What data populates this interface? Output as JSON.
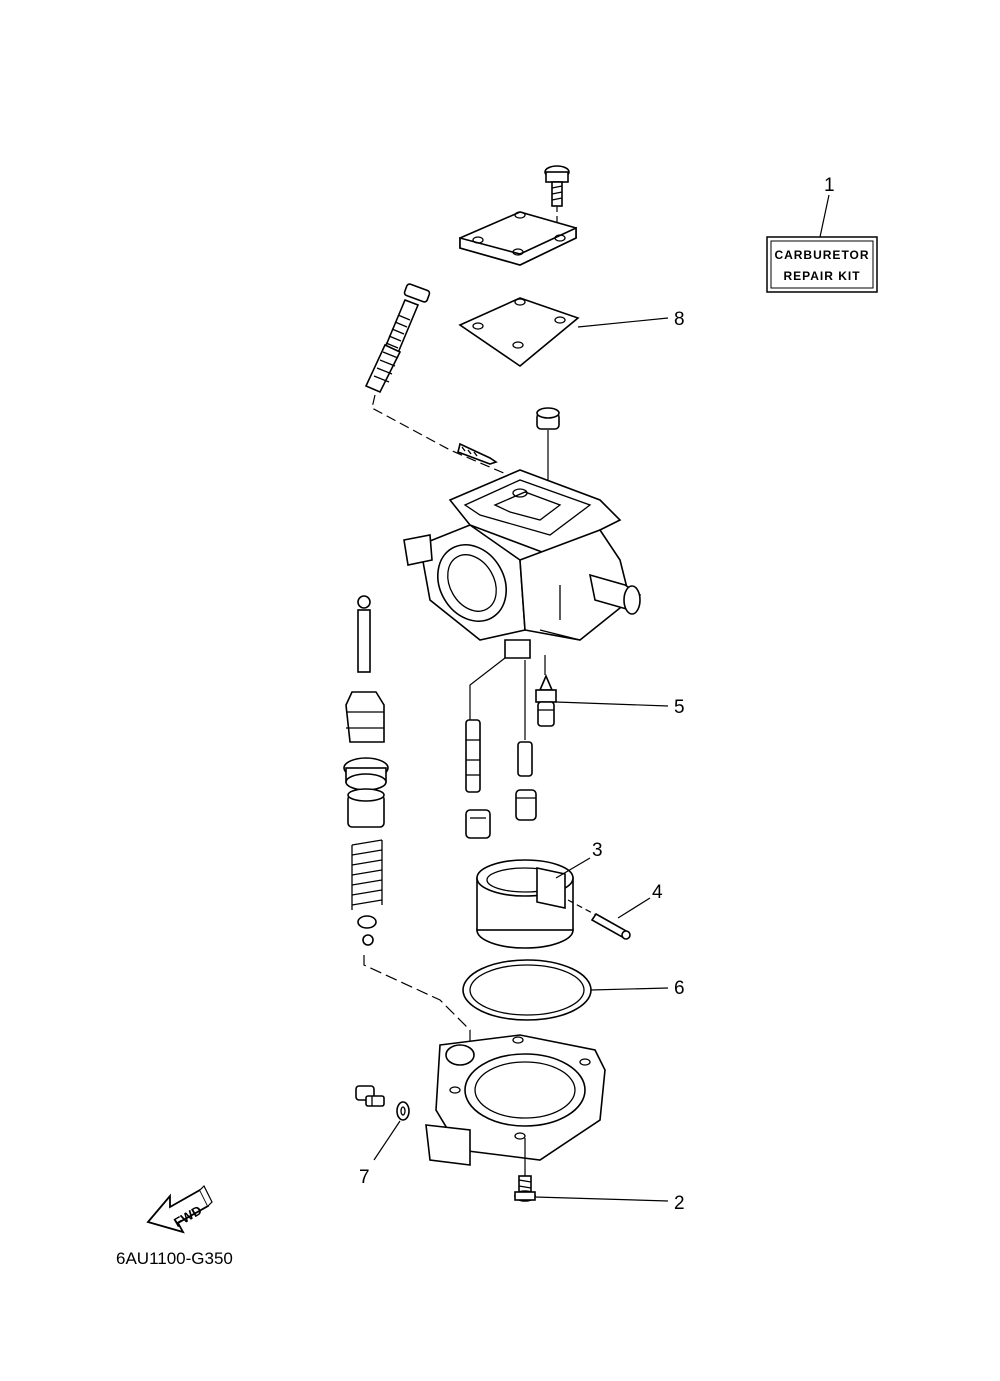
{
  "diagram_code": "6AU1100-G350",
  "fwd_label": "FWD",
  "repair_kit": {
    "line1": "CARBURETOR",
    "line2": "REPAIR KIT"
  },
  "callouts": {
    "c1": "1",
    "c2": "2",
    "c3": "3",
    "c4": "4",
    "c5": "5",
    "c6": "6",
    "c7": "7",
    "c8": "8"
  }
}
